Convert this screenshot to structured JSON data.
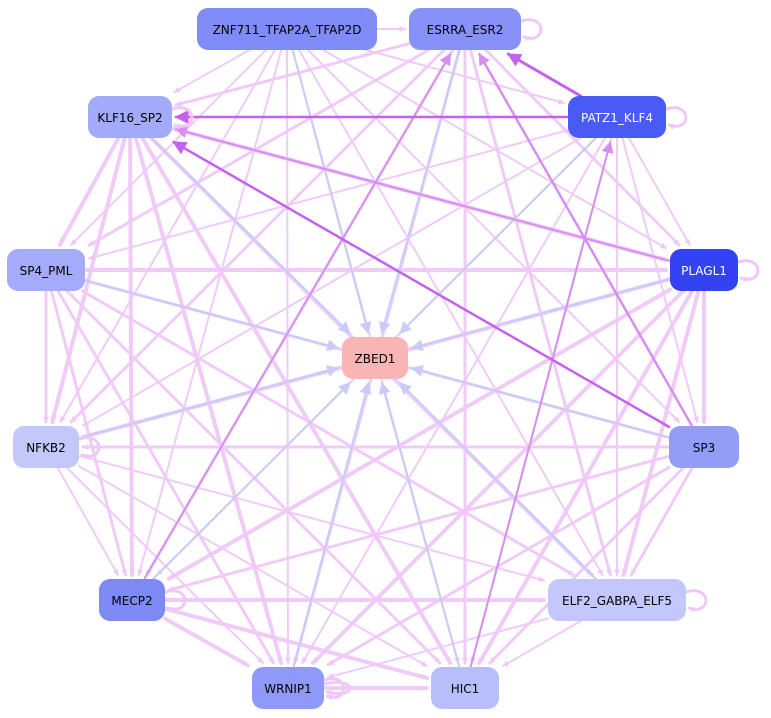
{
  "colors": {
    "pink_edge": "#efc8f8",
    "blue_edge": "#c8ccf7",
    "purple_edge": "#c462ee",
    "purple_mid": "#d68ef0"
  },
  "nodes": [
    {
      "id": "ZNF711_TFAP2A_TFAP2D",
      "label": "ZNF711_TFAP2A_TFAP2D",
      "fill": "#7f8bf7",
      "text": "#000000"
    },
    {
      "id": "ESRRA_ESR2",
      "label": "ESRRA_ESR2",
      "fill": "#8692f7",
      "text": "#000000"
    },
    {
      "id": "KLF16_SP2",
      "label": "KLF16_SP2",
      "fill": "#a2aafa",
      "text": "#000000"
    },
    {
      "id": "PATZ1_KLF4",
      "label": "PATZ1_KLF4",
      "fill": "#4a5af5",
      "text": "#ffffff"
    },
    {
      "id": "SP4_PML",
      "label": "SP4_PML",
      "fill": "#a4acfa",
      "text": "#000000"
    },
    {
      "id": "PLAGL1",
      "label": "PLAGL1",
      "fill": "#3343f4",
      "text": "#ffffff"
    },
    {
      "id": "ZBED1",
      "label": "ZBED1",
      "fill": "#f9b4b4",
      "text": "#000000"
    },
    {
      "id": "NFKB2",
      "label": "NFKB2",
      "fill": "#c3c8fb",
      "text": "#000000"
    },
    {
      "id": "SP3",
      "label": "SP3",
      "fill": "#939df8",
      "text": "#000000"
    },
    {
      "id": "MECP2",
      "label": "MECP2",
      "fill": "#7d89f5",
      "text": "#000000"
    },
    {
      "id": "ELF2_GABPA_ELF5",
      "label": "ELF2_GABPA_ELF5",
      "fill": "#c3c7fb",
      "text": "#000000"
    },
    {
      "id": "WRNIP1",
      "label": "WRNIP1",
      "fill": "#8f99f8",
      "text": "#000000"
    },
    {
      "id": "HIC1",
      "label": "HIC1",
      "fill": "#b8befa",
      "text": "#000000"
    }
  ]
}
